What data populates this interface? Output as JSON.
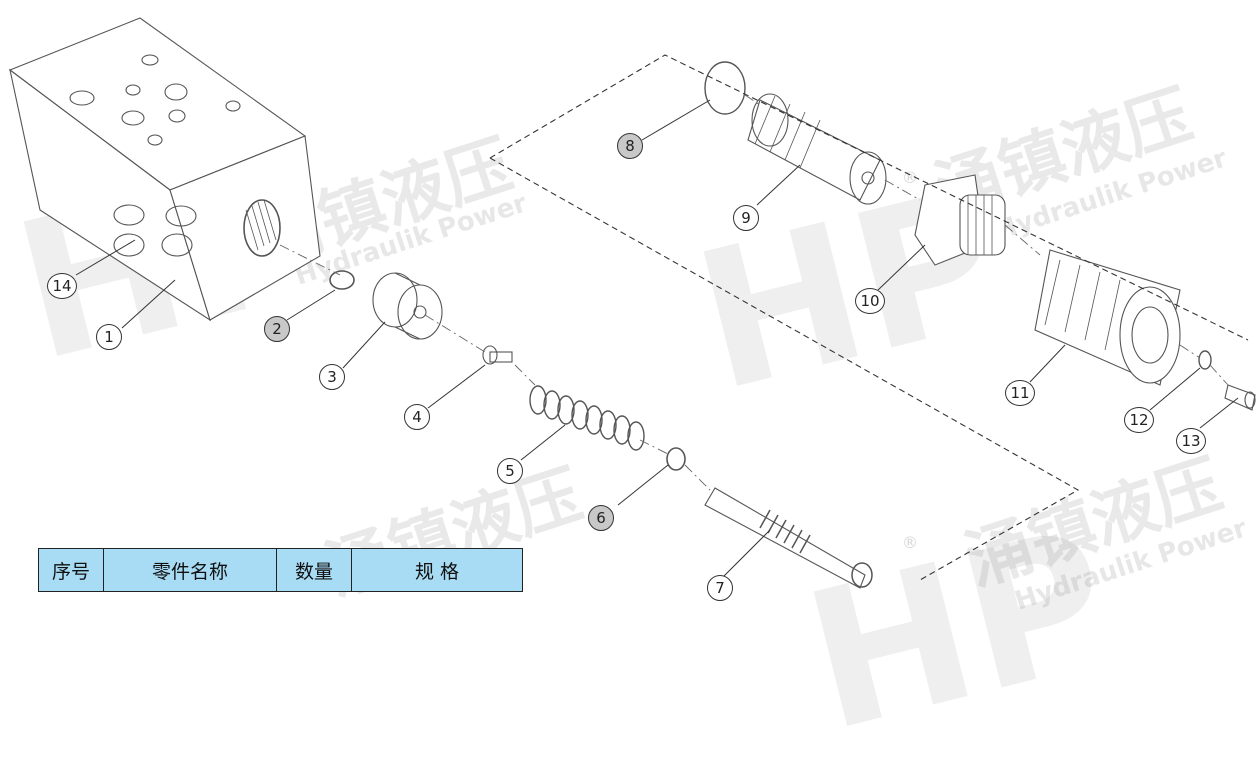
{
  "watermark": {
    "brand_cn": "涌镇液压",
    "brand_en": "Hydraulik Power",
    "logo_letters": "HP",
    "registered_mark": "®"
  },
  "callouts": [
    {
      "number": "1",
      "shaded": false
    },
    {
      "number": "2",
      "shaded": true
    },
    {
      "number": "3",
      "shaded": false
    },
    {
      "number": "4",
      "shaded": false
    },
    {
      "number": "5",
      "shaded": false
    },
    {
      "number": "6",
      "shaded": true
    },
    {
      "number": "7",
      "shaded": false
    },
    {
      "number": "8",
      "shaded": true
    },
    {
      "number": "9",
      "shaded": false
    },
    {
      "number": "10",
      "shaded": false
    },
    {
      "number": "11",
      "shaded": false
    },
    {
      "number": "12",
      "shaded": false
    },
    {
      "number": "13",
      "shaded": false
    },
    {
      "number": "14",
      "shaded": false
    }
  ],
  "parts_table": {
    "headers": [
      "序号",
      "零件名称",
      "数量",
      "规 格"
    ],
    "header_color": "#a8dcf4"
  }
}
